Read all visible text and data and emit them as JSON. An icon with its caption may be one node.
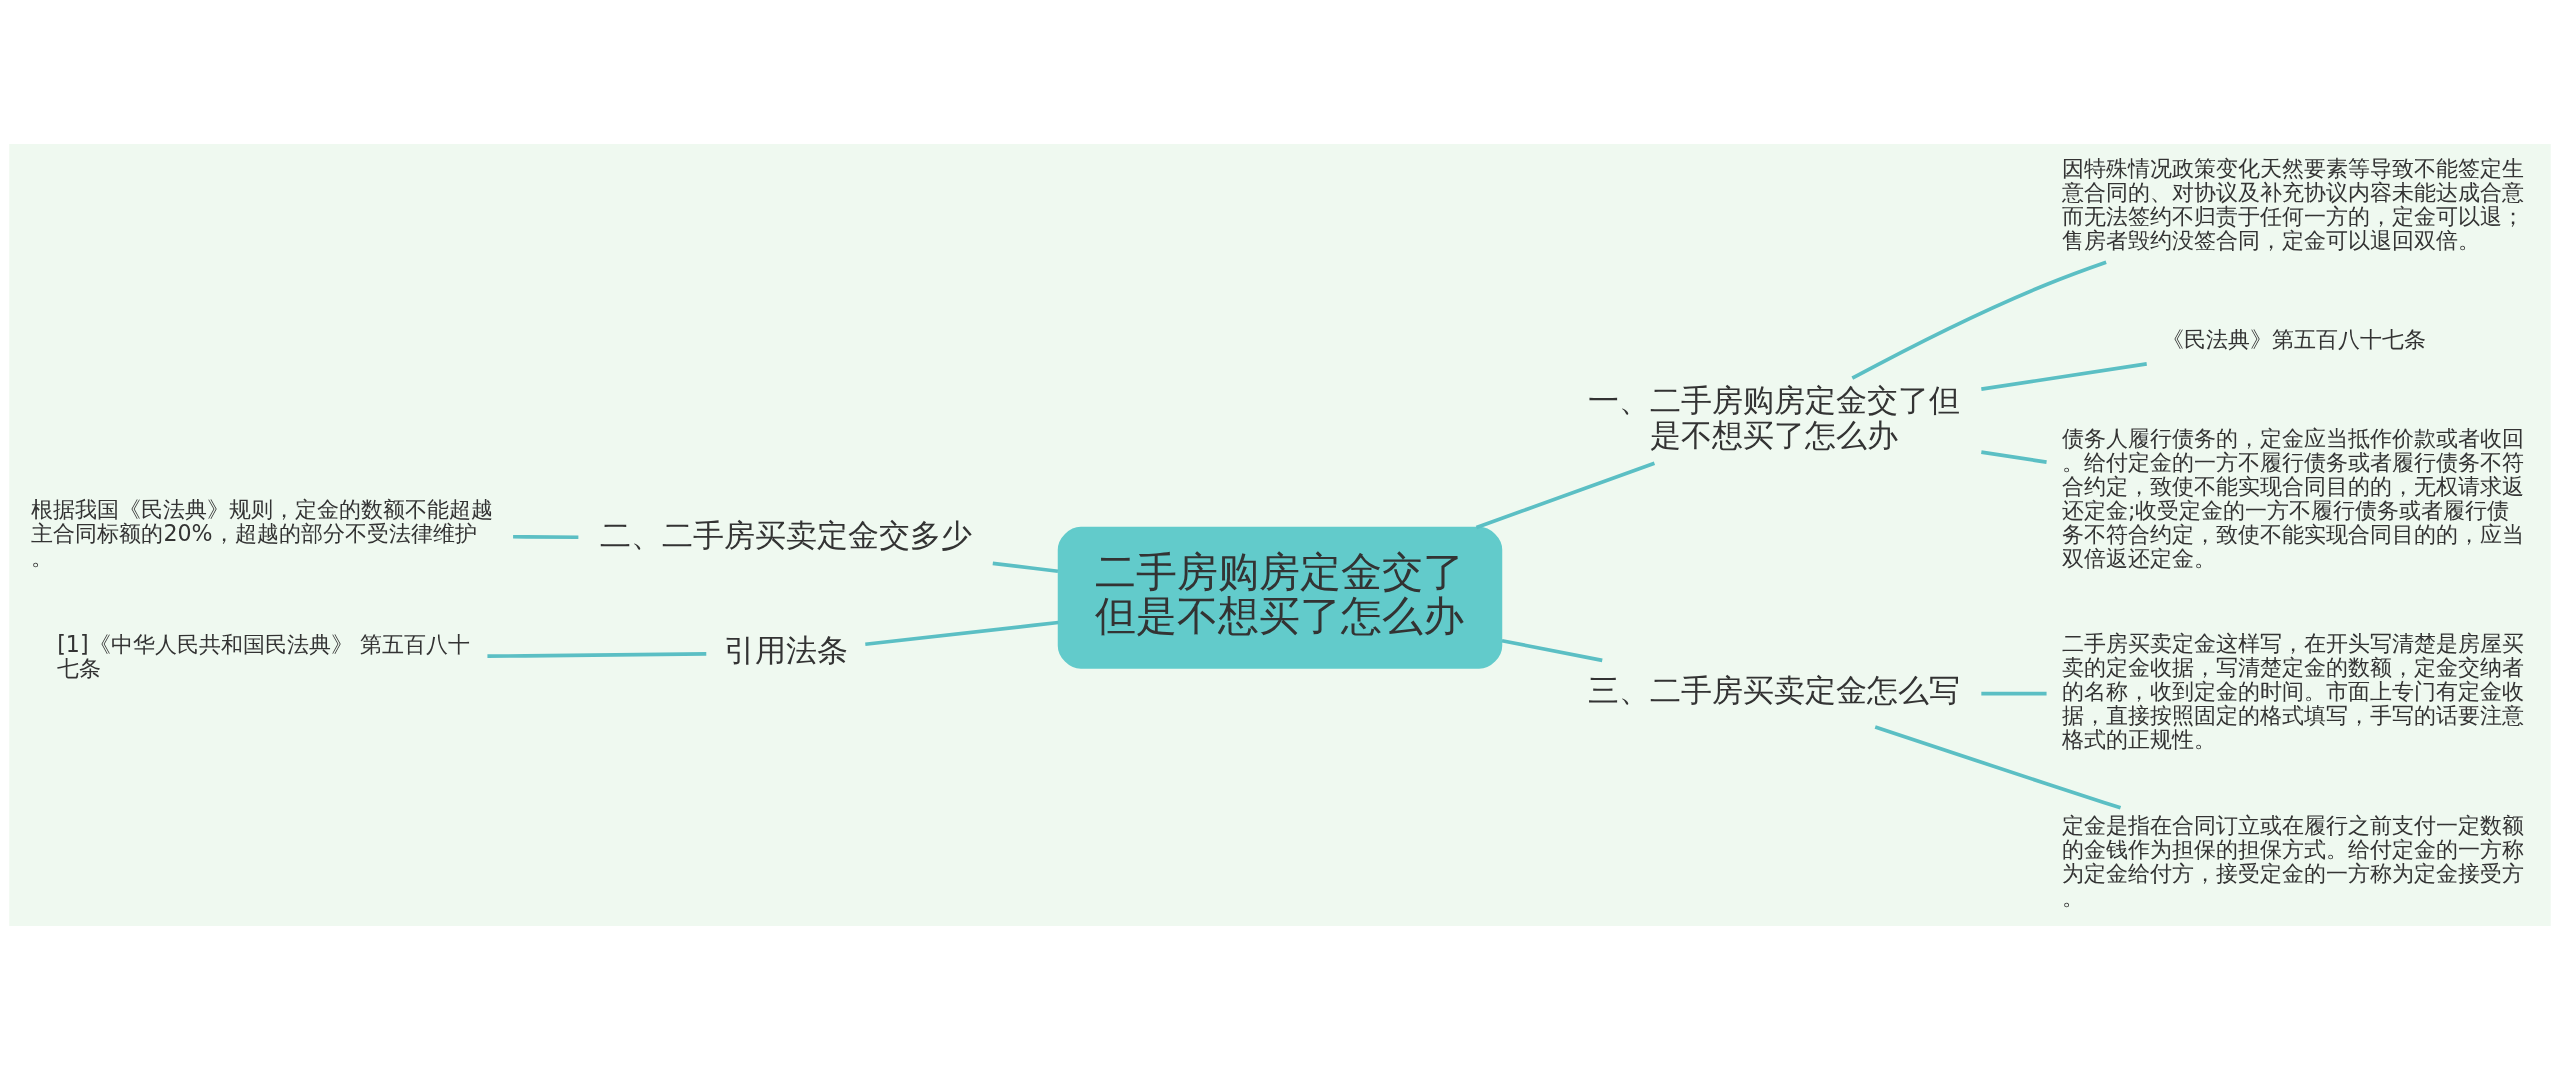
{
  "diagram": {
    "nodes": [
      {
        "text": [
          "二手房购房定金交了但是不想买了怎么办"
        ]
      },
      {
        "text": [
          "一、二手房购房定金交了但是不想买了怎么办"
        ]
      },
      {
        "text": [
          "因特殊情况政策变化天然要素等导致不能签定生意合同的、对协议及补充协议内容未能达成合意而无法签约不归责于任何一方的，定金可以退；售房者毁约没签合同，定金可以退回双倍。"
        ]
      },
      {
        "text": [
          "《民法典》第五百八十七条"
        ]
      },
      {
        "text": [
          "债务人履行债务的，定金应当抵作价款或者收回。给付定金的一方不履行债务或者履行债务不符合约定，致使不能实现合同目的的，无权请求返还定金;收受定金的一方不履行债务或者履行债务不符合约定，致使不能实现合同目的的，应当双倍返还定金。"
        ]
      },
      {
        "text": [
          "三、二手房买卖定金怎么写"
        ]
      },
      {
        "text": [
          "二手房买卖定金这样写，在开头写清楚是房屋买卖的定金收据，写清楚定金的数额，定金交纳者的名称，收到定金的时间。市面上专门有定金收据，直接按照固定的格式填写，手写的话要注意格式的正规性。"
        ]
      },
      {
        "text": [
          "定金是指在合同订立或在履行之前支付一定数额的金钱作为担保的担保方式。给付定金的一方称为定金给付方，接受定金的一方称为定金接受方。"
        ]
      },
      {
        "text": [
          "二、二手房买卖定金交多少"
        ]
      },
      {
        "text": [
          "根据我国《民法典》规则，定金的数额不能超越主合同标额的20%，超越的部分不受法律维护。"
        ]
      },
      {
        "text": [
          "引用法条"
        ]
      },
      {
        "text": [
          "[1]《中华人民共和国民法典》 第五百八十七条"
        ]
      }
    ],
    "edges": [
      {
        "from": 0,
        "to": 1,
        "arrow": "none"
      },
      {
        "from": 1,
        "to": 2,
        "arrow": "none"
      },
      {
        "from": 1,
        "to": 3,
        "arrow": "none"
      },
      {
        "from": 1,
        "to": 4,
        "arrow": "none"
      },
      {
        "from": 0,
        "to": 5,
        "arrow": "none"
      },
      {
        "from": 5,
        "to": 6,
        "arrow": "none"
      },
      {
        "from": 5,
        "to": 7,
        "arrow": "none"
      },
      {
        "from": 0,
        "to": 8,
        "arrow": "none"
      },
      {
        "from": 8,
        "to": 9,
        "arrow": "none"
      },
      {
        "from": 0,
        "to": 10,
        "arrow": "none"
      },
      {
        "from": 10,
        "to": 11,
        "arrow": "none"
      }
    ]
  }
}
